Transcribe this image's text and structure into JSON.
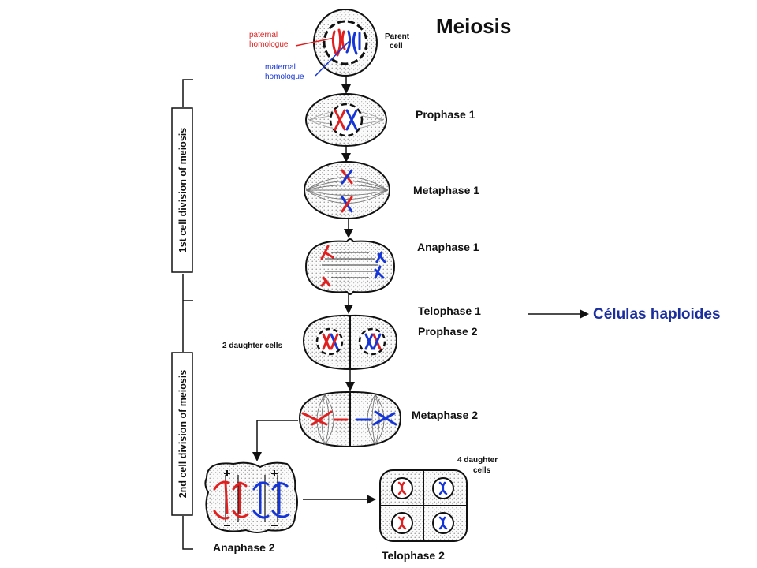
{
  "title": "Meiosis",
  "parent_cell": [
    "Parent",
    "cell"
  ],
  "paternal_homologue": [
    "paternal",
    "homologue"
  ],
  "maternal_homologue": [
    "maternal",
    "homologue"
  ],
  "side_bracket_1": "1st cell division of meiosis",
  "side_bracket_2": "2nd cell division of meiosis",
  "stages": {
    "prophase1": "Prophase 1",
    "metaphase1": "Metaphase 1",
    "anaphase1": "Anaphase 1",
    "telophase1": "Telophase 1",
    "prophase2": "Prophase 2",
    "metaphase2": "Metaphase 2",
    "anaphase2": "Anaphase 2",
    "telophase2": "Telophase 2"
  },
  "two_daughter_cells": "2 daughter cells",
  "four_daughter_cells": [
    "4 daughter",
    "cells"
  ],
  "haploid_annotation": "Células haploides",
  "colors": {
    "paternal": "#e02020",
    "maternal": "#1535d6",
    "annotation": "#1a2e9e"
  }
}
